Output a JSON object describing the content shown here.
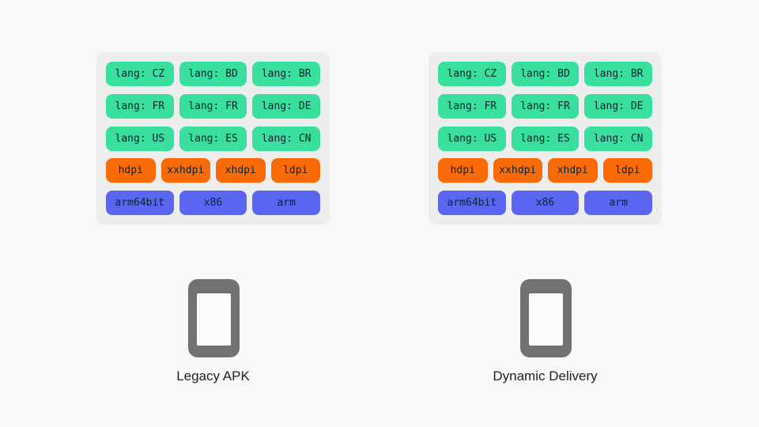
{
  "colors": {
    "page_bg": "#f8f8f8",
    "panel_bg": "#ededed",
    "lang": "#38df9d",
    "dpi": "#fa6b08",
    "abi": "#5a66f2",
    "chip_text": "#0e2430",
    "phone": "#717171",
    "phone_screen": "#fcfcfc",
    "caption_text": "#1f1f1f"
  },
  "panels": [
    {
      "label": "Legacy APK",
      "rows": [
        {
          "type": "lang",
          "chips": [
            "lang: CZ",
            "lang: BD",
            "lang: BR"
          ]
        },
        {
          "type": "lang",
          "chips": [
            "lang: FR",
            "lang: FR",
            "lang: DE"
          ]
        },
        {
          "type": "lang",
          "chips": [
            "lang: US",
            "lang: ES",
            "lang: CN"
          ]
        },
        {
          "type": "dpi",
          "chips": [
            "hdpi",
            "xxhdpi",
            "xhdpi",
            "ldpi"
          ]
        },
        {
          "type": "abi",
          "chips": [
            "arm64bit",
            "x86",
            "arm"
          ]
        }
      ]
    },
    {
      "label": "Dynamic Delivery",
      "rows": [
        {
          "type": "lang",
          "chips": [
            "lang: CZ",
            "lang: BD",
            "lang: BR"
          ]
        },
        {
          "type": "lang",
          "chips": [
            "lang: FR",
            "lang: FR",
            "lang: DE"
          ]
        },
        {
          "type": "lang",
          "chips": [
            "lang: US",
            "lang: ES",
            "lang: CN"
          ]
        },
        {
          "type": "dpi",
          "chips": [
            "hdpi",
            "xxhdpi",
            "xhdpi",
            "ldpi"
          ]
        },
        {
          "type": "abi",
          "chips": [
            "arm64bit",
            "x86",
            "arm"
          ]
        }
      ]
    }
  ]
}
